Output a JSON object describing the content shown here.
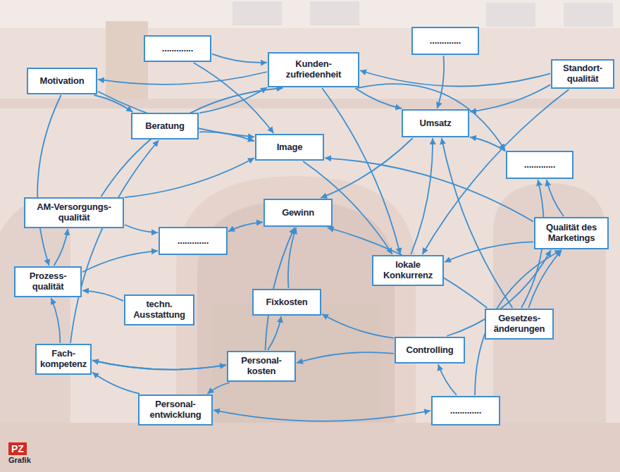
{
  "diagram": {
    "nodes": [
      {
        "text": [
          "............."
        ]
      },
      {
        "text": [
          "Kunden- zufriedenheit"
        ]
      },
      {
        "text": [
          "............."
        ]
      },
      {
        "text": [
          "Standort- qualität"
        ]
      },
      {
        "text": [
          "Motivation"
        ]
      },
      {
        "text": [
          "Beratung"
        ]
      },
      {
        "text": [
          "Umsatz"
        ]
      },
      {
        "text": [
          "Image"
        ]
      },
      {
        "text": [
          "............."
        ]
      },
      {
        "text": [
          "AM-Versorgungs- qualität"
        ]
      },
      {
        "text": [
          "Gewinn"
        ]
      },
      {
        "text": [
          "............."
        ]
      },
      {
        "text": [
          "Qualität des Marketings"
        ]
      },
      {
        "text": [
          "Prozess- qualität"
        ]
      },
      {
        "text": [
          "lokale Konkurrenz"
        ]
      },
      {
        "text": [
          "techn. Ausstattung"
        ]
      },
      {
        "text": [
          "Fixkosten"
        ]
      },
      {
        "text": [
          "Gesetzes- änderungen"
        ]
      },
      {
        "text": [
          "Fach- kompetenz"
        ]
      },
      {
        "text": [
          "Personal- kosten"
        ]
      },
      {
        "text": [
          "Controlling"
        ]
      },
      {
        "text": [
          "Personal- entwicklung"
        ]
      },
      {
        "text": [
          "............."
        ]
      }
    ],
    "edges": [
      {
        "from": 0,
        "to": 1,
        "arrow": "to"
      },
      {
        "from": 0,
        "to": 7,
        "arrow": "to"
      },
      {
        "from": 4,
        "to": 7,
        "arrow": "to"
      },
      {
        "from": 4,
        "to": 5,
        "arrow": "to"
      },
      {
        "from": 4,
        "to": 13,
        "arrow": "to"
      },
      {
        "from": 1,
        "to": 4,
        "arrow": "to"
      },
      {
        "from": 5,
        "to": 1,
        "arrow": "to"
      },
      {
        "from": 5,
        "to": 7,
        "arrow": "to"
      },
      {
        "from": 1,
        "to": 6,
        "arrow": "to"
      },
      {
        "from": 1,
        "to": 14,
        "arrow": "to"
      },
      {
        "from": 1,
        "to": 8,
        "arrow": "to"
      },
      {
        "from": 2,
        "to": 6,
        "arrow": "to"
      },
      {
        "from": 3,
        "to": 1,
        "arrow": "to"
      },
      {
        "from": 3,
        "to": 6,
        "arrow": "to"
      },
      {
        "from": 3,
        "to": 14,
        "arrow": "to"
      },
      {
        "from": 6,
        "to": 10,
        "arrow": "to"
      },
      {
        "from": 8,
        "to": 6,
        "arrow": "to"
      },
      {
        "from": 7,
        "to": 14,
        "arrow": "to"
      },
      {
        "from": 14,
        "to": 6,
        "arrow": "to"
      },
      {
        "from": 12,
        "to": 7,
        "arrow": "to"
      },
      {
        "from": 12,
        "to": 14,
        "arrow": "to"
      },
      {
        "from": 12,
        "to": 8,
        "arrow": "to"
      },
      {
        "from": 9,
        "to": 7,
        "arrow": "to"
      },
      {
        "from": 9,
        "to": 1,
        "arrow": "to"
      },
      {
        "from": 9,
        "to": 11,
        "arrow": "to"
      },
      {
        "from": 11,
        "to": 10,
        "arrow": "both"
      },
      {
        "from": 13,
        "to": 9,
        "arrow": "to"
      },
      {
        "from": 13,
        "to": 11,
        "arrow": "to"
      },
      {
        "from": 15,
        "to": 13,
        "arrow": "to"
      },
      {
        "from": 16,
        "to": 10,
        "arrow": "to"
      },
      {
        "from": 19,
        "to": 16,
        "arrow": "to"
      },
      {
        "from": 19,
        "to": 10,
        "arrow": "to"
      },
      {
        "from": 18,
        "to": 13,
        "arrow": "to"
      },
      {
        "from": 18,
        "to": 5,
        "arrow": "to"
      },
      {
        "from": 18,
        "to": 19,
        "arrow": "to"
      },
      {
        "from": 19,
        "to": 18,
        "arrow": "to"
      },
      {
        "from": 19,
        "to": 21,
        "arrow": "to"
      },
      {
        "from": 21,
        "to": 18,
        "arrow": "to"
      },
      {
        "from": 21,
        "to": 22,
        "arrow": "both"
      },
      {
        "from": 22,
        "to": 20,
        "arrow": "to"
      },
      {
        "from": 22,
        "to": 12,
        "arrow": "to"
      },
      {
        "from": 20,
        "to": 16,
        "arrow": "to"
      },
      {
        "from": 20,
        "to": 19,
        "arrow": "to"
      },
      {
        "from": 20,
        "to": 12,
        "arrow": "to"
      },
      {
        "from": 17,
        "to": 10,
        "arrow": "to"
      },
      {
        "from": 17,
        "to": 6,
        "arrow": "to"
      },
      {
        "from": 17,
        "to": 8,
        "arrow": "to"
      },
      {
        "from": 17,
        "to": 12,
        "arrow": "to"
      }
    ],
    "labels": [
      "PZ",
      "Grafik"
    ]
  }
}
